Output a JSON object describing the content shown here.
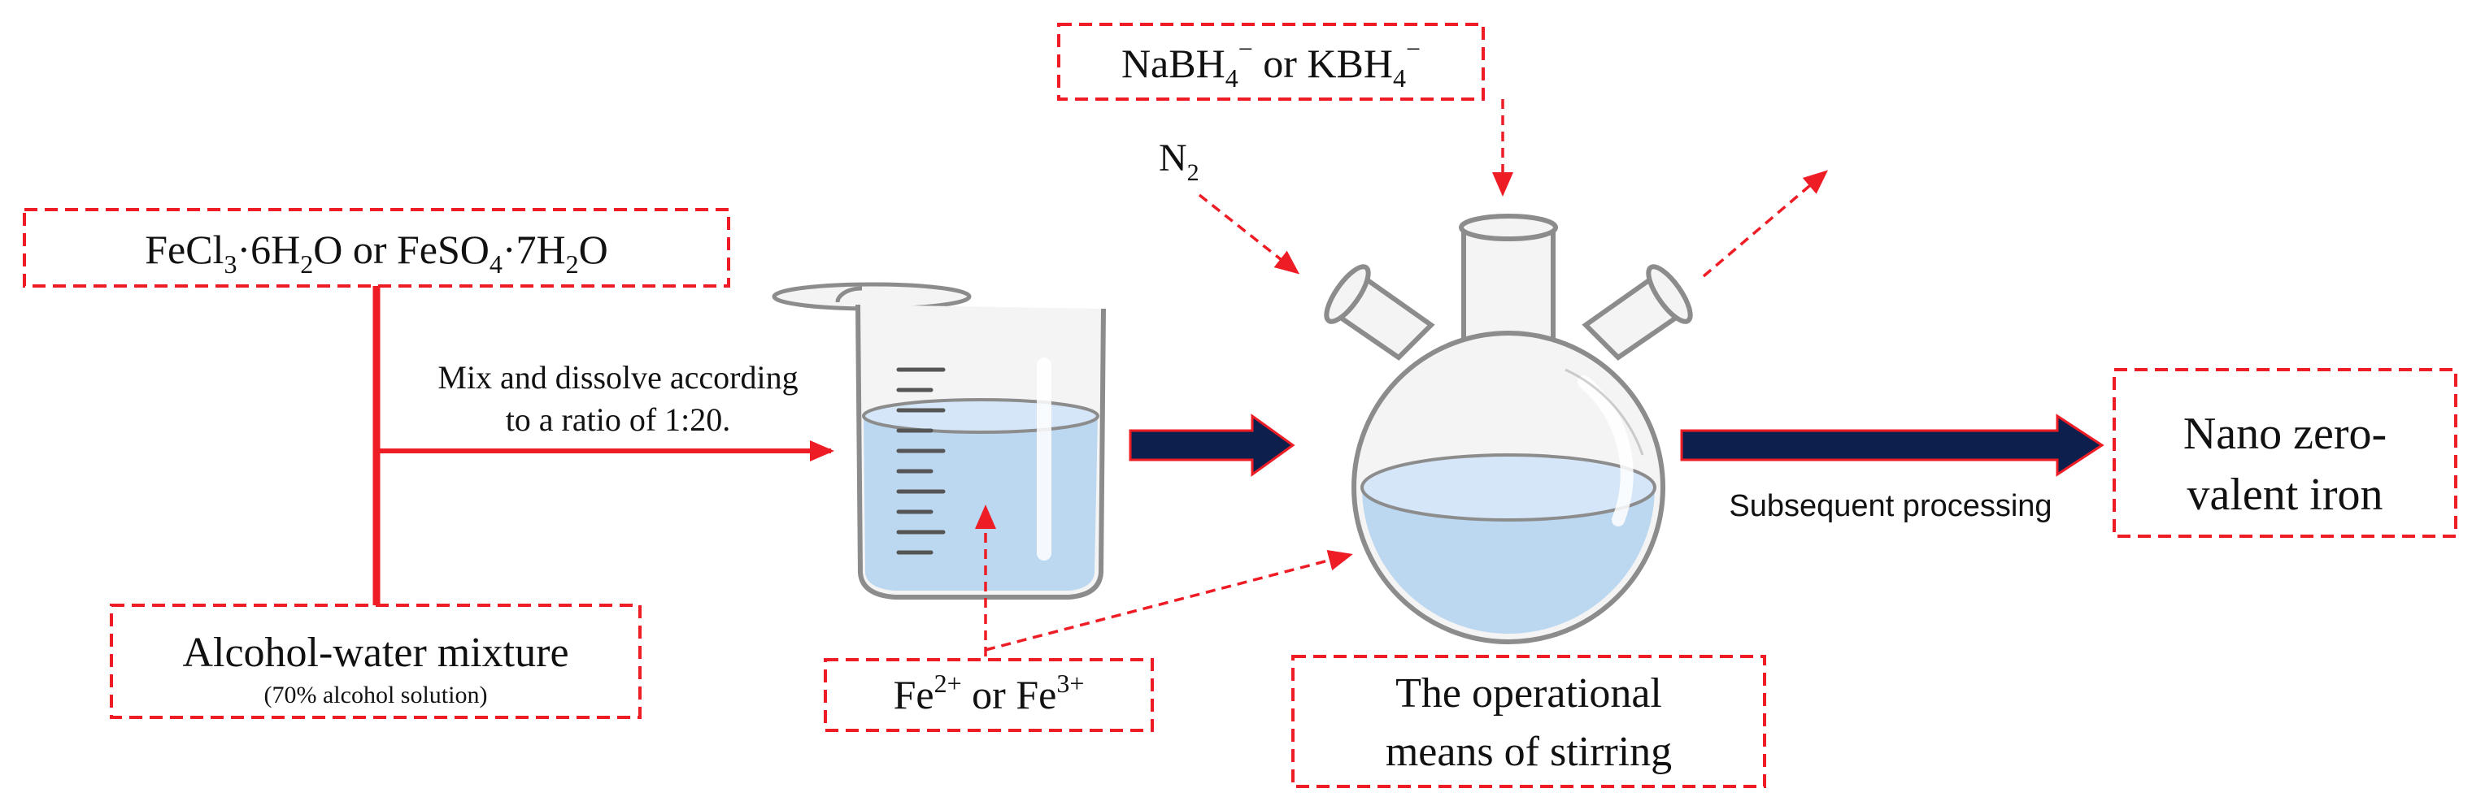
{
  "reagents": {
    "iron_salt": {
      "a": "FeCl",
      "a_sub": "3",
      "b": "·6H",
      "b_sub": "2",
      "c": "O or FeSO",
      "c_sub": "4",
      "d": "·7H",
      "d_sub": "2",
      "e": "O"
    },
    "solvent": {
      "title": "Alcohol-water mixture",
      "note": "(70% alcohol solution)"
    },
    "ions": {
      "a": "Fe",
      "a_sup": "2+",
      "b": " or Fe",
      "b_sup": "3+"
    },
    "reductant": {
      "a": "NaBH",
      "a_sub": "4",
      "a_sup": "−",
      "b": " or KBH",
      "b_sub": "4",
      "b_sup": "−"
    },
    "gas": {
      "a": "N",
      "a_sub": "2"
    }
  },
  "steps": {
    "mix_line1": "Mix and dissolve according",
    "mix_line2": "to a ratio of 1:20.",
    "stirring_line1": "The operational",
    "stirring_line2": "means of stirring",
    "processing": "Subsequent processing"
  },
  "product": {
    "line1": "Nano zero-",
    "line2": "valent iron"
  },
  "colors": {
    "red": "#ee1c24",
    "navy": "#0d1f4d",
    "liquid": "#bcd7f0",
    "glass": "#9a9a9a"
  }
}
